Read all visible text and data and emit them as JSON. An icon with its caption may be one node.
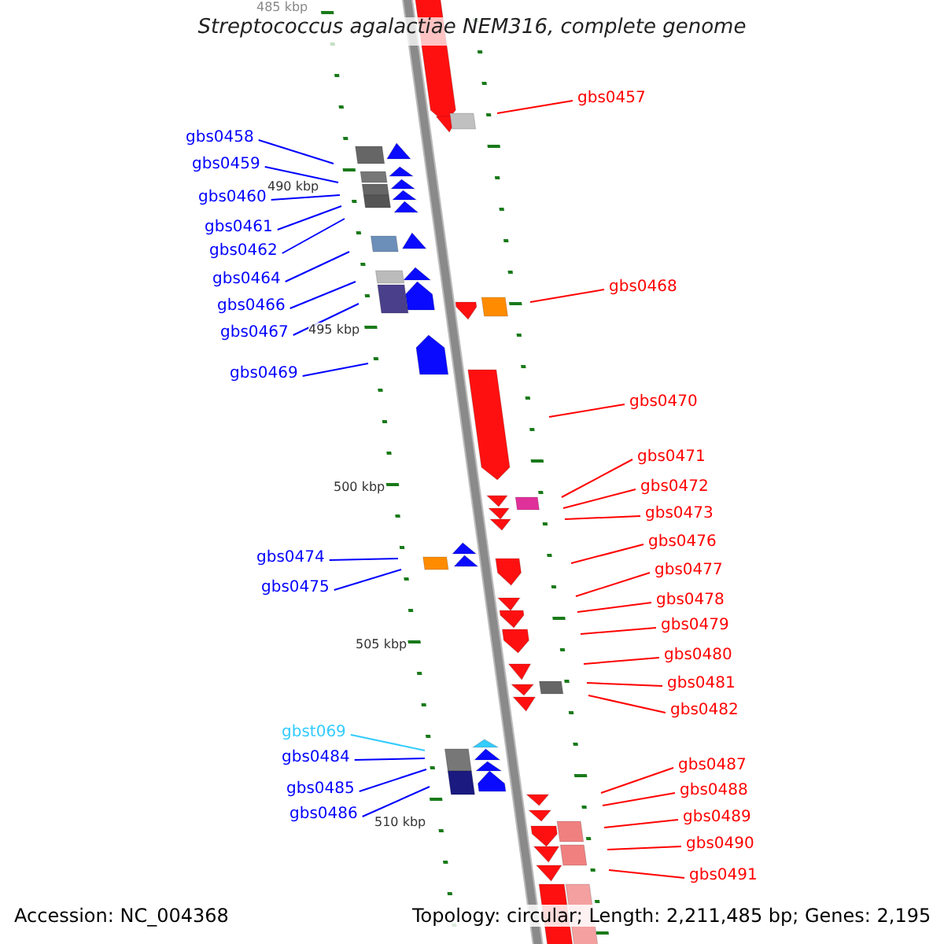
{
  "diagram": {
    "title": "Streptococcus agalactiae NEM316, complete genome",
    "nodes": [
      {
        "text": [
          "gbs0457"
        ]
      },
      {
        "text": [
          "gbs0458"
        ]
      },
      {
        "text": [
          "gbs0459"
        ]
      },
      {
        "text": [
          "gbs0460"
        ]
      },
      {
        "text": [
          "gbs0461"
        ]
      },
      {
        "text": [
          "gbs0462"
        ]
      },
      {
        "text": [
          "gbs0464"
        ]
      },
      {
        "text": [
          "gbs0468"
        ]
      },
      {
        "text": [
          "gbs0466"
        ]
      },
      {
        "text": [
          "gbs0467"
        ]
      },
      {
        "text": [
          "gbs0469"
        ]
      },
      {
        "text": [
          "gbs0470"
        ]
      },
      {
        "text": [
          "gbs0471"
        ]
      },
      {
        "text": [
          "gbs0472"
        ]
      },
      {
        "text": [
          "gbs0473"
        ]
      },
      {
        "text": [
          "gbs0476"
        ]
      },
      {
        "text": [
          "gbs0474"
        ]
      },
      {
        "text": [
          "gbs0477"
        ]
      },
      {
        "text": [
          "gbs0475"
        ]
      },
      {
        "text": [
          "gbs0478"
        ]
      },
      {
        "text": [
          "gbs0479"
        ]
      },
      {
        "text": [
          "gbs0480"
        ]
      },
      {
        "text": [
          "gbs0481"
        ]
      },
      {
        "text": [
          "gbs0482"
        ]
      },
      {
        "text": [
          "gbst069"
        ]
      },
      {
        "text": [
          "gbs0484"
        ]
      },
      {
        "text": [
          "gbs0487"
        ]
      },
      {
        "text": [
          "gbs0485"
        ]
      },
      {
        "text": [
          "gbs0488"
        ]
      },
      {
        "text": [
          "gbs0486"
        ]
      },
      {
        "text": [
          "gbs0489"
        ]
      },
      {
        "text": [
          "gbs0490"
        ]
      },
      {
        "text": [
          "gbs0491"
        ]
      }
    ],
    "edges": [
      {
        "from": 0,
        "to": null,
        "arrow": "none"
      },
      {
        "from": 1,
        "to": null,
        "arrow": "none",
        "color": "#0000ff"
      },
      {
        "from": 2,
        "to": null,
        "arrow": "none",
        "color": "#0000ff"
      },
      {
        "from": 3,
        "to": null,
        "arrow": "none",
        "color": "#0000ff"
      },
      {
        "from": 4,
        "to": null,
        "arrow": "none",
        "color": "#0000ff"
      },
      {
        "from": 5,
        "to": null,
        "arrow": "none",
        "color": "#0000ff"
      },
      {
        "from": 6,
        "to": null,
        "arrow": "none",
        "color": "#0000ff"
      },
      {
        "from": 7,
        "to": null,
        "arrow": "none"
      },
      {
        "from": 8,
        "to": null,
        "arrow": "none",
        "color": "#0000ff"
      },
      {
        "from": 9,
        "to": null,
        "arrow": "none",
        "color": "#0000ff"
      },
      {
        "from": 10,
        "to": null,
        "arrow": "none",
        "color": "#0000ff"
      },
      {
        "from": 11,
        "to": null,
        "arrow": "none"
      },
      {
        "from": 12,
        "to": null,
        "arrow": "none"
      },
      {
        "from": 13,
        "to": null,
        "arrow": "none"
      },
      {
        "from": 14,
        "to": null,
        "arrow": "none"
      },
      {
        "from": 15,
        "to": null,
        "arrow": "none"
      },
      {
        "from": 16,
        "to": null,
        "arrow": "none",
        "color": "#0000ff"
      },
      {
        "from": 17,
        "to": null,
        "arrow": "none"
      },
      {
        "from": 18,
        "to": null,
        "arrow": "none",
        "color": "#0000ff"
      },
      {
        "from": 19,
        "to": null,
        "arrow": "none"
      },
      {
        "from": 20,
        "to": null,
        "arrow": "none"
      },
      {
        "from": 21,
        "to": null,
        "arrow": "none"
      },
      {
        "from": 22,
        "to": null,
        "arrow": "none"
      },
      {
        "from": 23,
        "to": null,
        "arrow": "none"
      },
      {
        "from": 24,
        "to": null,
        "arrow": "none",
        "color": "#33ccff"
      },
      {
        "from": 25,
        "to": null,
        "arrow": "none",
        "color": "#0000ff"
      },
      {
        "from": 26,
        "to": null,
        "arrow": "none"
      },
      {
        "from": 27,
        "to": null,
        "arrow": "none",
        "color": "#0000ff"
      },
      {
        "from": 28,
        "to": null,
        "arrow": "none"
      },
      {
        "from": 29,
        "to": null,
        "arrow": "none",
        "color": "#0000ff"
      },
      {
        "from": 30,
        "to": null,
        "arrow": "none"
      },
      {
        "from": 31,
        "to": null,
        "arrow": "none"
      },
      {
        "from": 32,
        "to": null,
        "arrow": "none"
      }
    ],
    "labels": [
      "485 kbp",
      "490 kbp",
      "495 kbp",
      "500 kbp",
      "505 kbp",
      "510 kbp",
      "Accession: NC_004368",
      "Topology: circular; Length: 2,211,485 bp; Genes: 2,195"
    ]
  }
}
